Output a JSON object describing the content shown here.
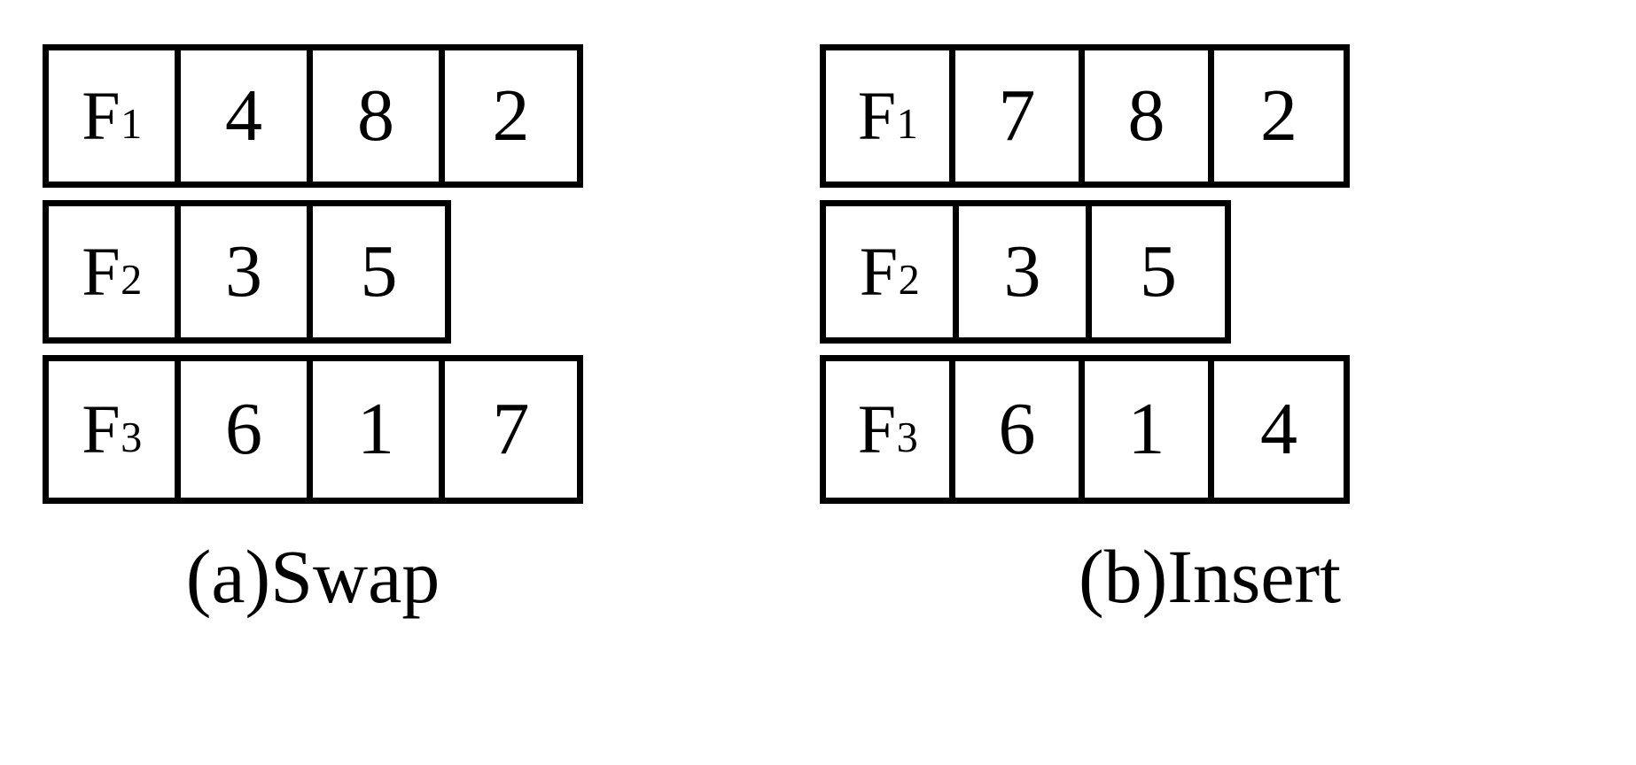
{
  "figure": {
    "background_color": "#ffffff",
    "stroke_color": "#000000",
    "panels": [
      {
        "id": "a",
        "caption": "(a)Swap",
        "rows": [
          {
            "label": "F",
            "label_subscript": "1",
            "values": [
              "4",
              "8",
              "2"
            ]
          },
          {
            "label": "F",
            "label_subscript": "2",
            "values": [
              "3",
              "5"
            ]
          },
          {
            "label": "F",
            "label_subscript": "3",
            "values": [
              "6",
              "1",
              "7"
            ]
          }
        ]
      },
      {
        "id": "b",
        "caption": "(b)Insert",
        "rows": [
          {
            "label": "F",
            "label_subscript": "1",
            "values": [
              "7",
              "8",
              "2"
            ]
          },
          {
            "label": "F",
            "label_subscript": "2",
            "values": [
              "3",
              "5"
            ]
          },
          {
            "label": "F",
            "label_subscript": "3",
            "values": [
              "6",
              "1",
              "4"
            ]
          }
        ]
      }
    ]
  }
}
